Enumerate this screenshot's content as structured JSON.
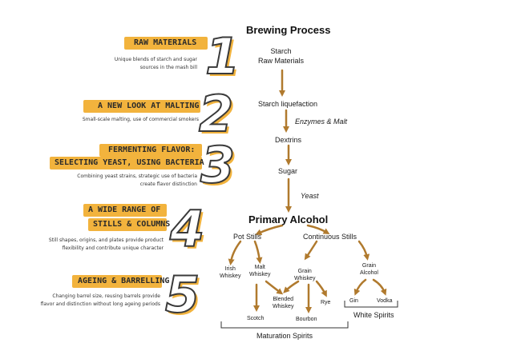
{
  "title": "Brewing Process",
  "steps": [
    {
      "number": "1",
      "heading": "RAW MATERIALS",
      "desc_lines": [
        "Unique blends of starch and sugar",
        "sources in the mash bill"
      ]
    },
    {
      "number": "2",
      "heading": "A NEW LOOK AT MALTING",
      "desc_lines": [
        "Small-scale malting, use of commercial smokers"
      ]
    },
    {
      "number": "3",
      "heading_lines": [
        "FERMENTING FLAVOR:",
        "SELECTING YEAST, USING BACTERIA"
      ],
      "desc_lines": [
        "Combining yeast strains, strategic use of bacteria",
        "create flavor distinction"
      ]
    },
    {
      "number": "4",
      "heading_lines": [
        "A WIDE RANGE OF",
        "STILLS & COLUMNS"
      ],
      "desc_lines": [
        "Still shapes, origins, and plates provide product",
        "flexibility and contribute unique character"
      ]
    },
    {
      "number": "5",
      "heading": "AGEING & BARRELLING",
      "desc_lines": [
        "Changing barrel size, reusing barrels provide",
        "flavor and distinction without long ageing periods"
      ]
    }
  ],
  "flow": {
    "raw_line1": "Starch",
    "raw_line2": "Raw Materials",
    "liquefaction": "Starch liquefaction",
    "enzymes": "Enzymes & Malt",
    "dextrins": "Dextrins",
    "sugar": "Sugar",
    "yeast": "Yeast",
    "primary": "Primary Alcohol",
    "pot_stills": "Pot Stills",
    "continuous_stills": "Continuous Stills",
    "irish_whiskey": [
      "Irish",
      "Whiskey"
    ],
    "malt_whiskey": [
      "Malt",
      "Whiskey"
    ],
    "grain_whiskey": [
      "Grain",
      "Whiskey"
    ],
    "grain_alcohol": [
      "Grain",
      "Alcohol"
    ],
    "blended_whiskey": [
      "Blended",
      "Whiskey"
    ],
    "rye": "Rye",
    "gin": "Gin",
    "vodka": "Vodka",
    "scotch": "Scotch",
    "bourbon": "Bourbon",
    "white_spirits": "White Spirits",
    "maturation_spirits": "Maturation Spirits"
  },
  "colors": {
    "accent": "#f2b33d",
    "arrow": "#b07a2e",
    "ink": "#1a1a1a"
  }
}
